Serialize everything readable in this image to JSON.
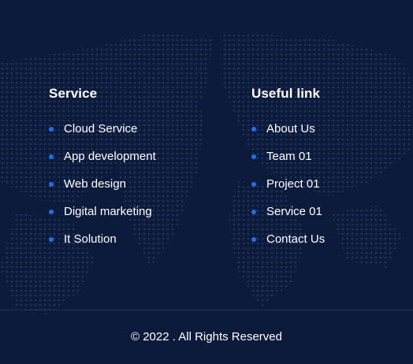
{
  "service": {
    "title": "Service",
    "items": [
      {
        "label": "Cloud Service"
      },
      {
        "label": "App development"
      },
      {
        "label": "Web design"
      },
      {
        "label": "Digital marketing"
      },
      {
        "label": "It Solution"
      }
    ]
  },
  "useful_link": {
    "title": "Useful link",
    "items": [
      {
        "label": "About Us"
      },
      {
        "label": "Team 01"
      },
      {
        "label": "Project 01"
      },
      {
        "label": "Service 01"
      },
      {
        "label": "Contact Us"
      }
    ]
  },
  "copyright": "© 2022 . All Rights Reserved",
  "colors": {
    "background": "#0c1b3c",
    "accent": "#1d6ff2",
    "text": "#ffffff"
  }
}
